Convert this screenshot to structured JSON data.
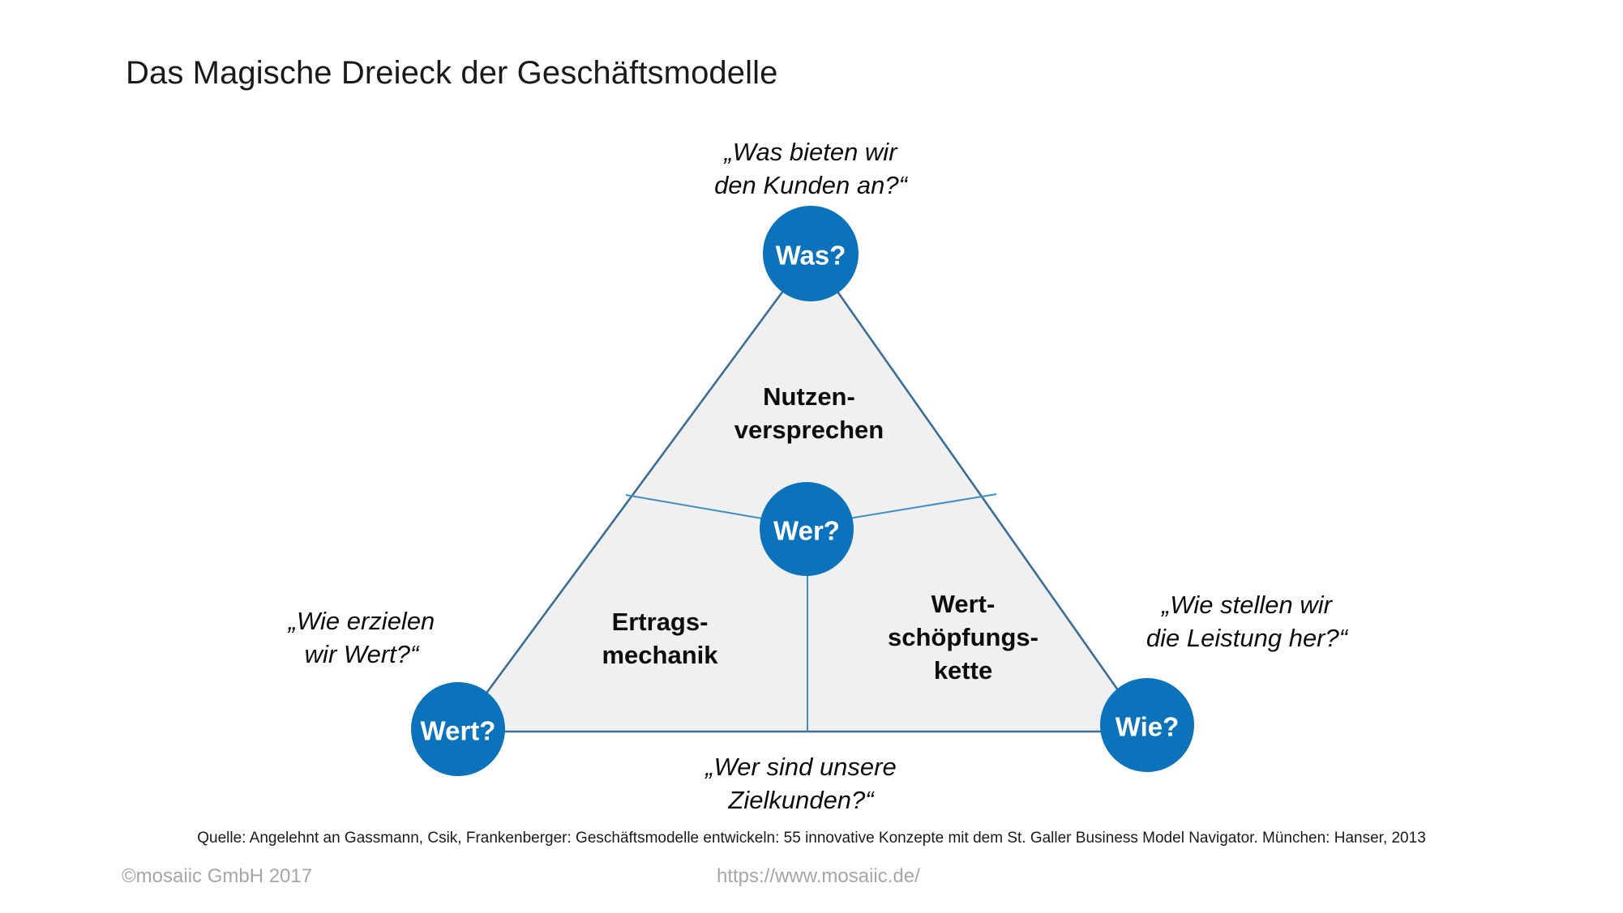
{
  "page": {
    "title": "Das Magische Dreieck der Geschäftsmodelle",
    "background_color": "#ffffff"
  },
  "colors": {
    "node_blue": "#0b72bb",
    "triangle_fill": "#f0f0f0",
    "triangle_stroke": "#3a6e95",
    "divider_stroke": "#3f8fc4",
    "title_text": "#1a1a1a",
    "footer_text": "#a6a6a6"
  },
  "diagram": {
    "type": "triangle-model",
    "nodes": [
      {
        "id": "was",
        "label": "Was?",
        "position": "top"
      },
      {
        "id": "wert",
        "label": "Wert?",
        "position": "bottom-left"
      },
      {
        "id": "wie",
        "label": "Wie?",
        "position": "bottom-right"
      },
      {
        "id": "wer",
        "label": "Wer?",
        "position": "center"
      }
    ],
    "sectors": [
      {
        "id": "nutzenversprechen",
        "lines": [
          "Nutzen-",
          "versprechen"
        ],
        "position": "top"
      },
      {
        "id": "ertragsmechanik",
        "lines": [
          "Ertrags-",
          "mechanik"
        ],
        "position": "bottom-left"
      },
      {
        "id": "wertschoepfungskette",
        "lines": [
          "Wert-",
          "schöpfungs-",
          "kette"
        ],
        "position": "bottom-right"
      }
    ],
    "quotes": [
      {
        "id": "quote-was",
        "lines": [
          "„Was bieten wir",
          "den Kunden an?“"
        ],
        "position": "top"
      },
      {
        "id": "quote-wert",
        "lines": [
          "„Wie erzielen",
          "wir Wert?“"
        ],
        "position": "left"
      },
      {
        "id": "quote-wie",
        "lines": [
          "„Wie stellen wir",
          "die Leistung her?“"
        ],
        "position": "right"
      },
      {
        "id": "quote-wer",
        "lines": [
          "„Wer sind unsere",
          "Zielkunden?“"
        ],
        "position": "bottom"
      }
    ]
  },
  "source": {
    "text": "Quelle: Angelehnt an Gassmann, Csik, Frankenberger: Geschäftsmodelle entwickeln: 55 innovative Konzepte mit dem St. Galler Business Model Navigator. München: Hanser, 2013"
  },
  "footer": {
    "copyright": "©mosaiic GmbH 2017",
    "url": "https://www.mosaiic.de/"
  }
}
